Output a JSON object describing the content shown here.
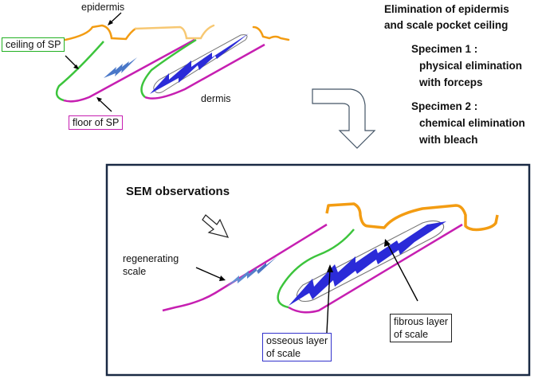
{
  "top_diagram": {
    "epidermis_label": "epidermis",
    "ceiling_label": "ceiling of SP",
    "floor_label": "floor of SP",
    "dermis_label": "dermis"
  },
  "right_panel": {
    "title_line1": "Elimination of epidermis",
    "title_line2": "and scale pocket ceiling",
    "specimen1_head": "Specimen 1 :",
    "specimen1_line1": "physical elimination",
    "specimen1_line2": "with forceps",
    "specimen2_head": "Specimen 2 :",
    "specimen2_line1": "chemical elimination",
    "specimen2_line2": "with bleach"
  },
  "sem_panel": {
    "title": "SEM observations",
    "regenerating_line1": "regenerating",
    "regenerating_line2": "scale",
    "osseous_line1": "osseous layer",
    "osseous_line2": "of scale",
    "fibrous_line1": "fibrous layer",
    "fibrous_line2": "of scale"
  },
  "colors": {
    "epidermis": "#f39c12",
    "epidermis_removed": "#f7c873",
    "ceiling": "#3cc43c",
    "floor": "#c61fb1",
    "osseous": "#2b2bd8",
    "regenerating": "#3d6fc4",
    "frame": "#1a2a44"
  }
}
